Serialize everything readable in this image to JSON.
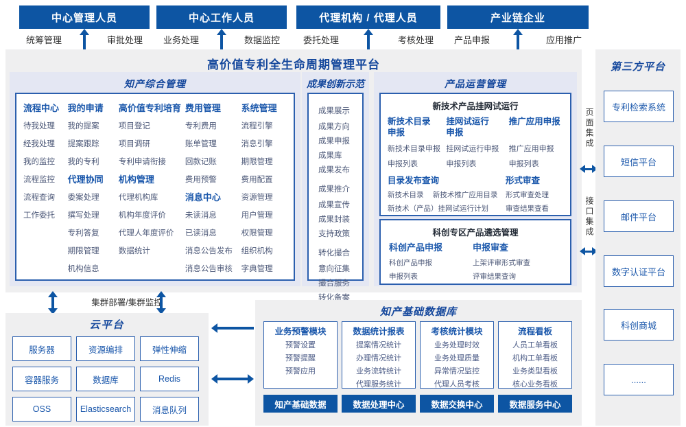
{
  "palette": {
    "primary_blue": "#0d55a3",
    "heading_navy": "#14479c",
    "subhead_blue": "#1a57ab",
    "item_text": "#4c5878",
    "section_bg": "#e4e7f3",
    "panel_bg": "#efeff0"
  },
  "header_groups": [
    {
      "title": "中心管理人员",
      "left": "统筹管理",
      "right": "审批处理"
    },
    {
      "title": "中心工作人员",
      "left": "业务处理",
      "right": "数据监控"
    },
    {
      "title": "代理机构 / 代理人员",
      "left": "委托处理",
      "right": "考核处理"
    },
    {
      "title": "产业链企业",
      "left": "产品申报",
      "right": "应用推广"
    }
  ],
  "platform_title": "高价值专利全生命周期管理平台",
  "zonghe": {
    "title": "知产综合管理",
    "columns": [
      [
        {
          "t": "流程中心",
          "h": true
        },
        "待我处理",
        "经我处理",
        "我的监控",
        "流程监控",
        "流程查询",
        "工作委托"
      ],
      [
        {
          "t": "我的申请",
          "h": true
        },
        "我的提案",
        "提案跟踪",
        "我的专利",
        {
          "t": "代理协同",
          "h": true
        },
        "委案处理",
        "撰写处理",
        "专利答复",
        "期限管理",
        "机构信息"
      ],
      [
        {
          "t": "高价值专利培育",
          "h": true
        },
        "项目登记",
        "项目调研",
        "专利申请衔接",
        {
          "t": "机构管理",
          "h": true
        },
        "代理机构库",
        "机构年度评价",
        "代理人年度评价",
        "数据统计"
      ],
      [
        {
          "t": "费用管理",
          "h": true
        },
        "专利费用",
        "账单管理",
        "回款记账",
        "费用预警",
        {
          "t": "消息中心",
          "h": true
        },
        "未读消息",
        "已读消息",
        "消息公告发布",
        "消息公告审核"
      ],
      [
        {
          "t": "系统管理",
          "h": true
        },
        "流程引擎",
        "消息引擎",
        "期限管理",
        "费用配置",
        "资源管理",
        "用户管理",
        "权限管理",
        "组织机构",
        "字典管理"
      ]
    ]
  },
  "chuangxin": {
    "title": "成果创新示范",
    "items": [
      {
        "t": "成果展示",
        "h": true
      },
      "成果方向",
      "成果申报",
      "成果库",
      "成果发布",
      {
        "t": "成果推介",
        "h": true
      },
      "成果宣传",
      "成果封装",
      "支持政策",
      {
        "t": "转化撮合",
        "h": true
      },
      "意向征集",
      "撮合服务",
      "转化备案"
    ]
  },
  "yunying": {
    "title": "产品运营管理",
    "box1": {
      "title": "新技术产品挂网试运行",
      "cols": [
        {
          "head1": "新技术目录",
          "head2": "申报",
          "items": [
            "新技术目录申报",
            "申报列表"
          ]
        },
        {
          "head1": "挂网试运行",
          "head2": "申报",
          "items": [
            "挂网试运行申报",
            "申报列表"
          ]
        },
        {
          "head1": "推广应用申报",
          "head2": "",
          "items": [
            "推广应用申报",
            "申报列表"
          ]
        }
      ],
      "catalog": {
        "head": "目录发布查询",
        "items": [
          "新技术目录　 新技术推广应用目录",
          "新技术（产品）挂网试运行计划"
        ]
      },
      "review": {
        "head": "形式审查",
        "items": [
          "形式审查处理",
          "审查结果查看"
        ]
      }
    },
    "box2": {
      "title": "科创专区产品遴选管理",
      "cols": [
        {
          "head": "科创产品申报",
          "items": [
            "科创产品申报",
            "申报列表"
          ]
        },
        {
          "head": "申报审查",
          "items": [
            "上架评审形式审查",
            "评审结果查询"
          ]
        }
      ]
    }
  },
  "integration": {
    "page": "页面集成",
    "api": "接口集成"
  },
  "third_party": {
    "title": "第三方平台",
    "boxes": [
      "专利检索系统",
      "短信平台",
      "邮件平台",
      "数字认证平台",
      "科创商城",
      "......"
    ]
  },
  "cluster_label": "集群部署/集群监控",
  "cloud": {
    "title": "云平台",
    "boxes": [
      "服务器",
      "资源编排",
      "弹性伸缩",
      "容器服务",
      "数据库",
      "Redis",
      "OSS",
      "Elasticsearch",
      "消息队列"
    ]
  },
  "database": {
    "title": "知产基础数据库",
    "columns": [
      {
        "head": "业务预警模块",
        "items": [
          "预警设置",
          "预警提醒",
          "预警应用"
        ],
        "footer": "知产基础数据"
      },
      {
        "head": "数据统计报表",
        "items": [
          "提案情况统计",
          "办理情况统计",
          "业务流转统计",
          "代理服务统计"
        ],
        "footer": "数据处理中心"
      },
      {
        "head": "考核统计模块",
        "items": [
          "业务处理时效",
          "业务处理质量",
          "异常情况监控",
          "代理人员考核"
        ],
        "footer": "数据交换中心"
      },
      {
        "head": "流程看板",
        "items": [
          "人员工单看板",
          "机构工单看板",
          "业务类型看板",
          "核心业务看板"
        ],
        "footer": "数据服务中心"
      }
    ]
  }
}
